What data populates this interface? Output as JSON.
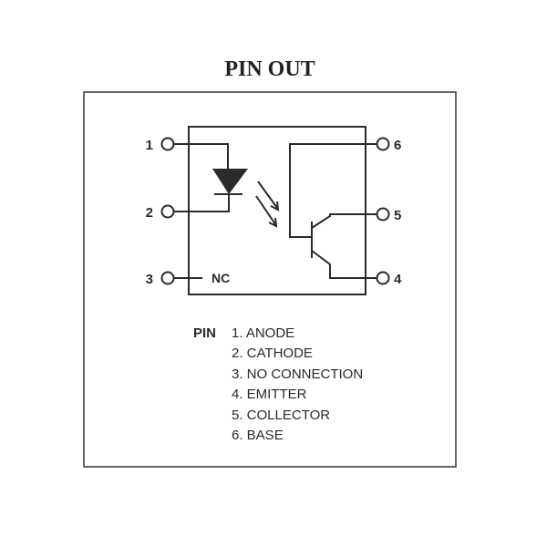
{
  "title": "PIN OUT",
  "pins_left": [
    "1",
    "2",
    "3"
  ],
  "pins_right": [
    "6",
    "5",
    "4"
  ],
  "nc_label": "NC",
  "legend": {
    "heading": "PIN",
    "items": [
      "1. ANODE",
      "2. CATHODE",
      "3. NO CONNECTION",
      "4. EMITTER",
      "5. COLLECTOR",
      "6. BASE"
    ]
  }
}
